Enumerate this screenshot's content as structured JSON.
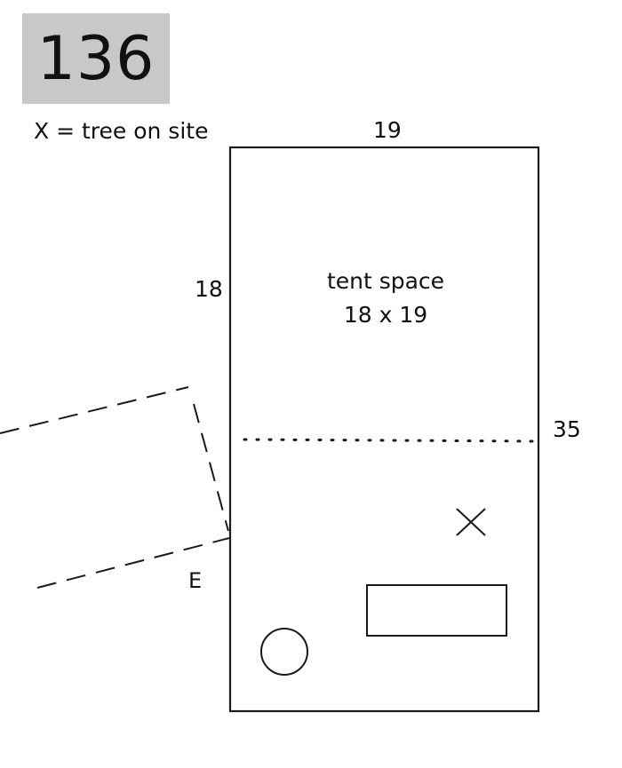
{
  "site": {
    "number": "136",
    "badge_color": "#c8c8c8"
  },
  "legend": {
    "text": "X = tree on site"
  },
  "dimensions": {
    "top": "19",
    "left": "18",
    "right": "35"
  },
  "tent_space": {
    "label": "tent space",
    "size": "18 x 19"
  },
  "entrance": {
    "label": "E"
  },
  "icons": {
    "tree": "x-mark-icon",
    "fire_ring": "circle-icon",
    "picnic_table": "rectangle-icon"
  },
  "colors": {
    "ink": "#1a1a1a",
    "background": "#ffffff"
  }
}
